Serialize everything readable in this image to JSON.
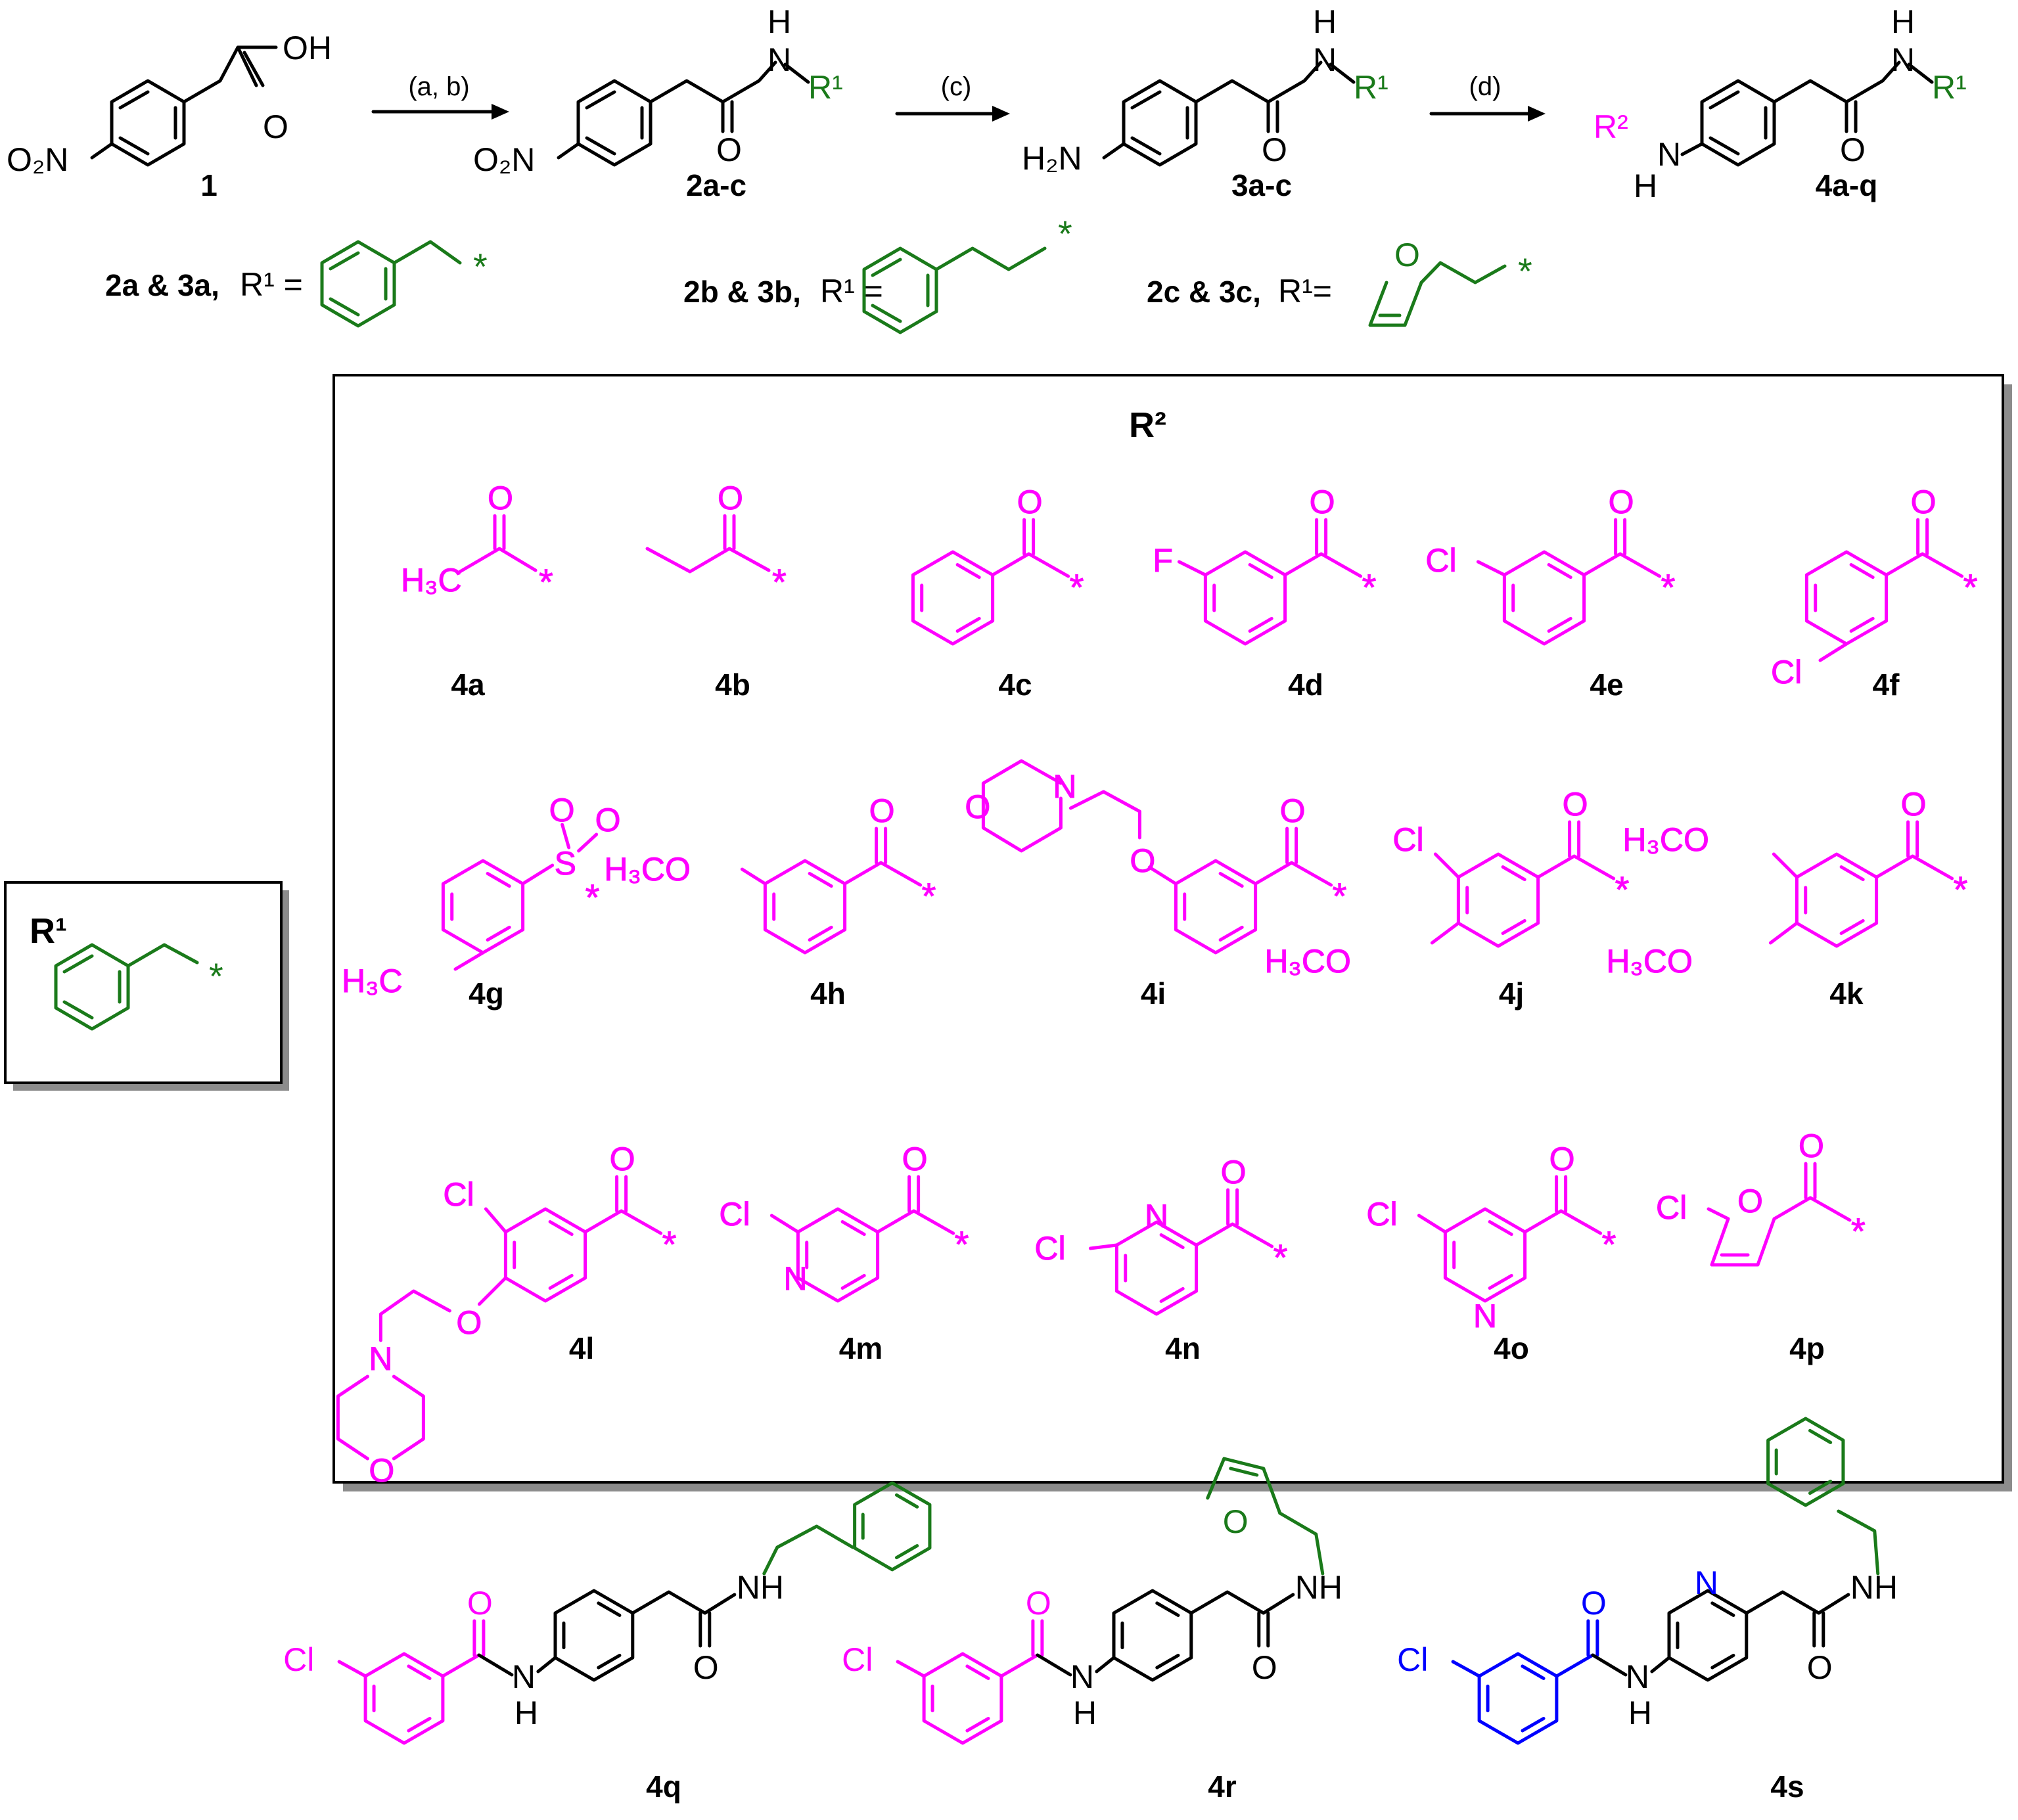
{
  "colors": {
    "black": "#000000",
    "green": "#1a7a1a",
    "magenta": "#ff00ff",
    "blue": "#0000ff",
    "shadow": "#8c8c8c"
  },
  "scheme": {
    "compounds": {
      "c1": "1",
      "c2": "2a-c",
      "c3": "3a-c",
      "c4": "4a-q"
    },
    "conditions": {
      "ab": "(a, b)",
      "c": "(c)",
      "d": "(d)"
    }
  },
  "r1_defs": [
    {
      "label": "2a & 3a,",
      "eq": "R¹ ="
    },
    {
      "label": "2b & 3b,",
      "eq": "R¹ ="
    },
    {
      "label": "2c & 3c,",
      "eq": "R¹="
    }
  ],
  "r1_box": {
    "title": "R¹"
  },
  "r2_box": {
    "title": "R²",
    "row1": [
      "4a",
      "4b",
      "4c",
      "4d",
      "4e",
      "4f"
    ],
    "row2": [
      "4g",
      "4h",
      "4i",
      "4j",
      "4k"
    ],
    "row3": [
      "4l",
      "4m",
      "4n",
      "4o",
      "4p"
    ]
  },
  "bottom": [
    "4q",
    "4r",
    "4s"
  ],
  "atoms": {
    "OH": "OH",
    "O": "O",
    "N": "N",
    "NH": "NH",
    "H": "H",
    "H2N": "H₂N",
    "O2N": "O₂N",
    "R1": "R¹",
    "R2": "R²",
    "star": "*",
    "H3C": "H₃C",
    "F": "F",
    "Cl": "Cl",
    "S": "S",
    "H3CO": "H₃CO"
  }
}
